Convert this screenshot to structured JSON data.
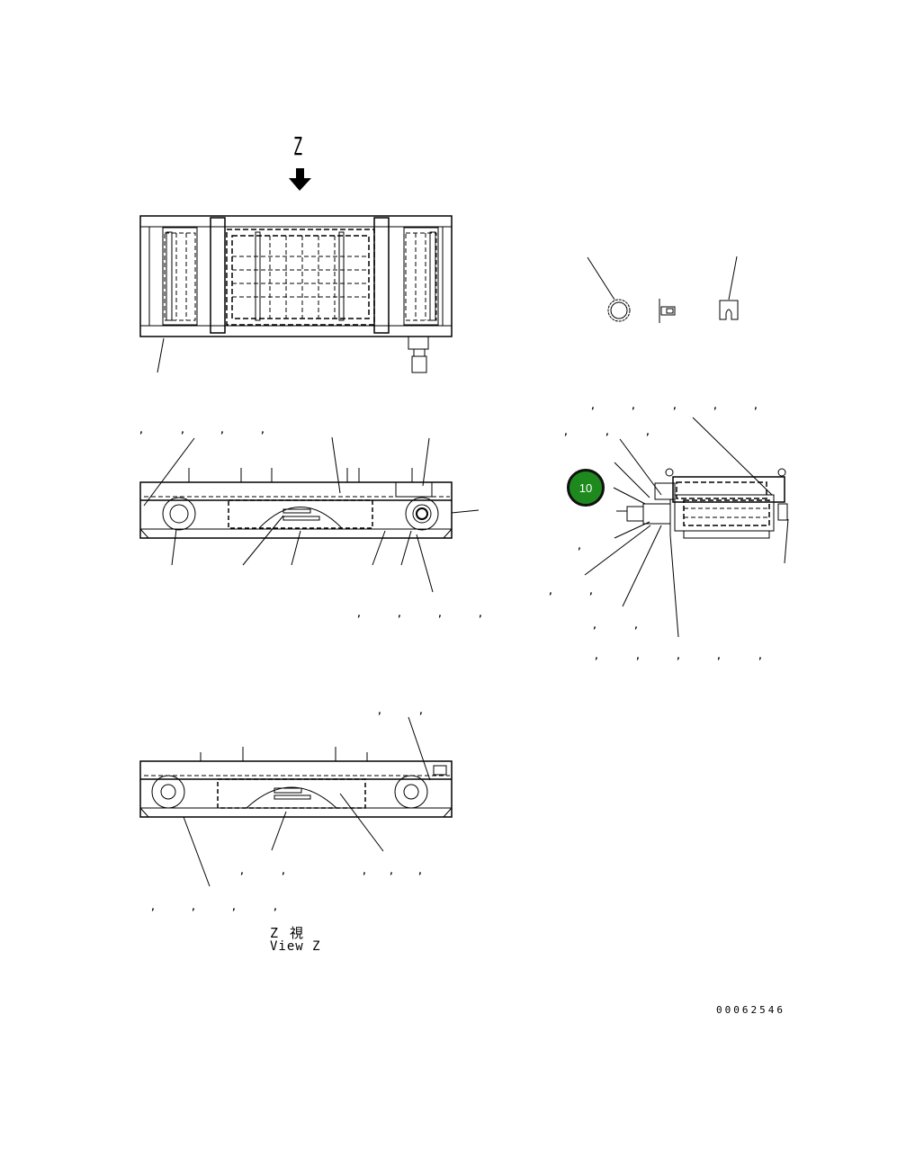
{
  "view_marker": {
    "letter": "Z",
    "arrow": "down-arrow"
  },
  "view_caption": {
    "japanese": "Z 視",
    "english": "View Z"
  },
  "drawing_number": "00062546",
  "callout": {
    "number": "10",
    "color": "#1e8a1e",
    "border": "#111111"
  },
  "views": [
    {
      "id": "top-view",
      "label": ""
    },
    {
      "id": "front-view",
      "label": ""
    },
    {
      "id": "side-view",
      "label": ""
    },
    {
      "id": "view-z",
      "label": "View Z"
    },
    {
      "id": "detail-parts",
      "label": ""
    }
  ],
  "annotation_commas": ","
}
